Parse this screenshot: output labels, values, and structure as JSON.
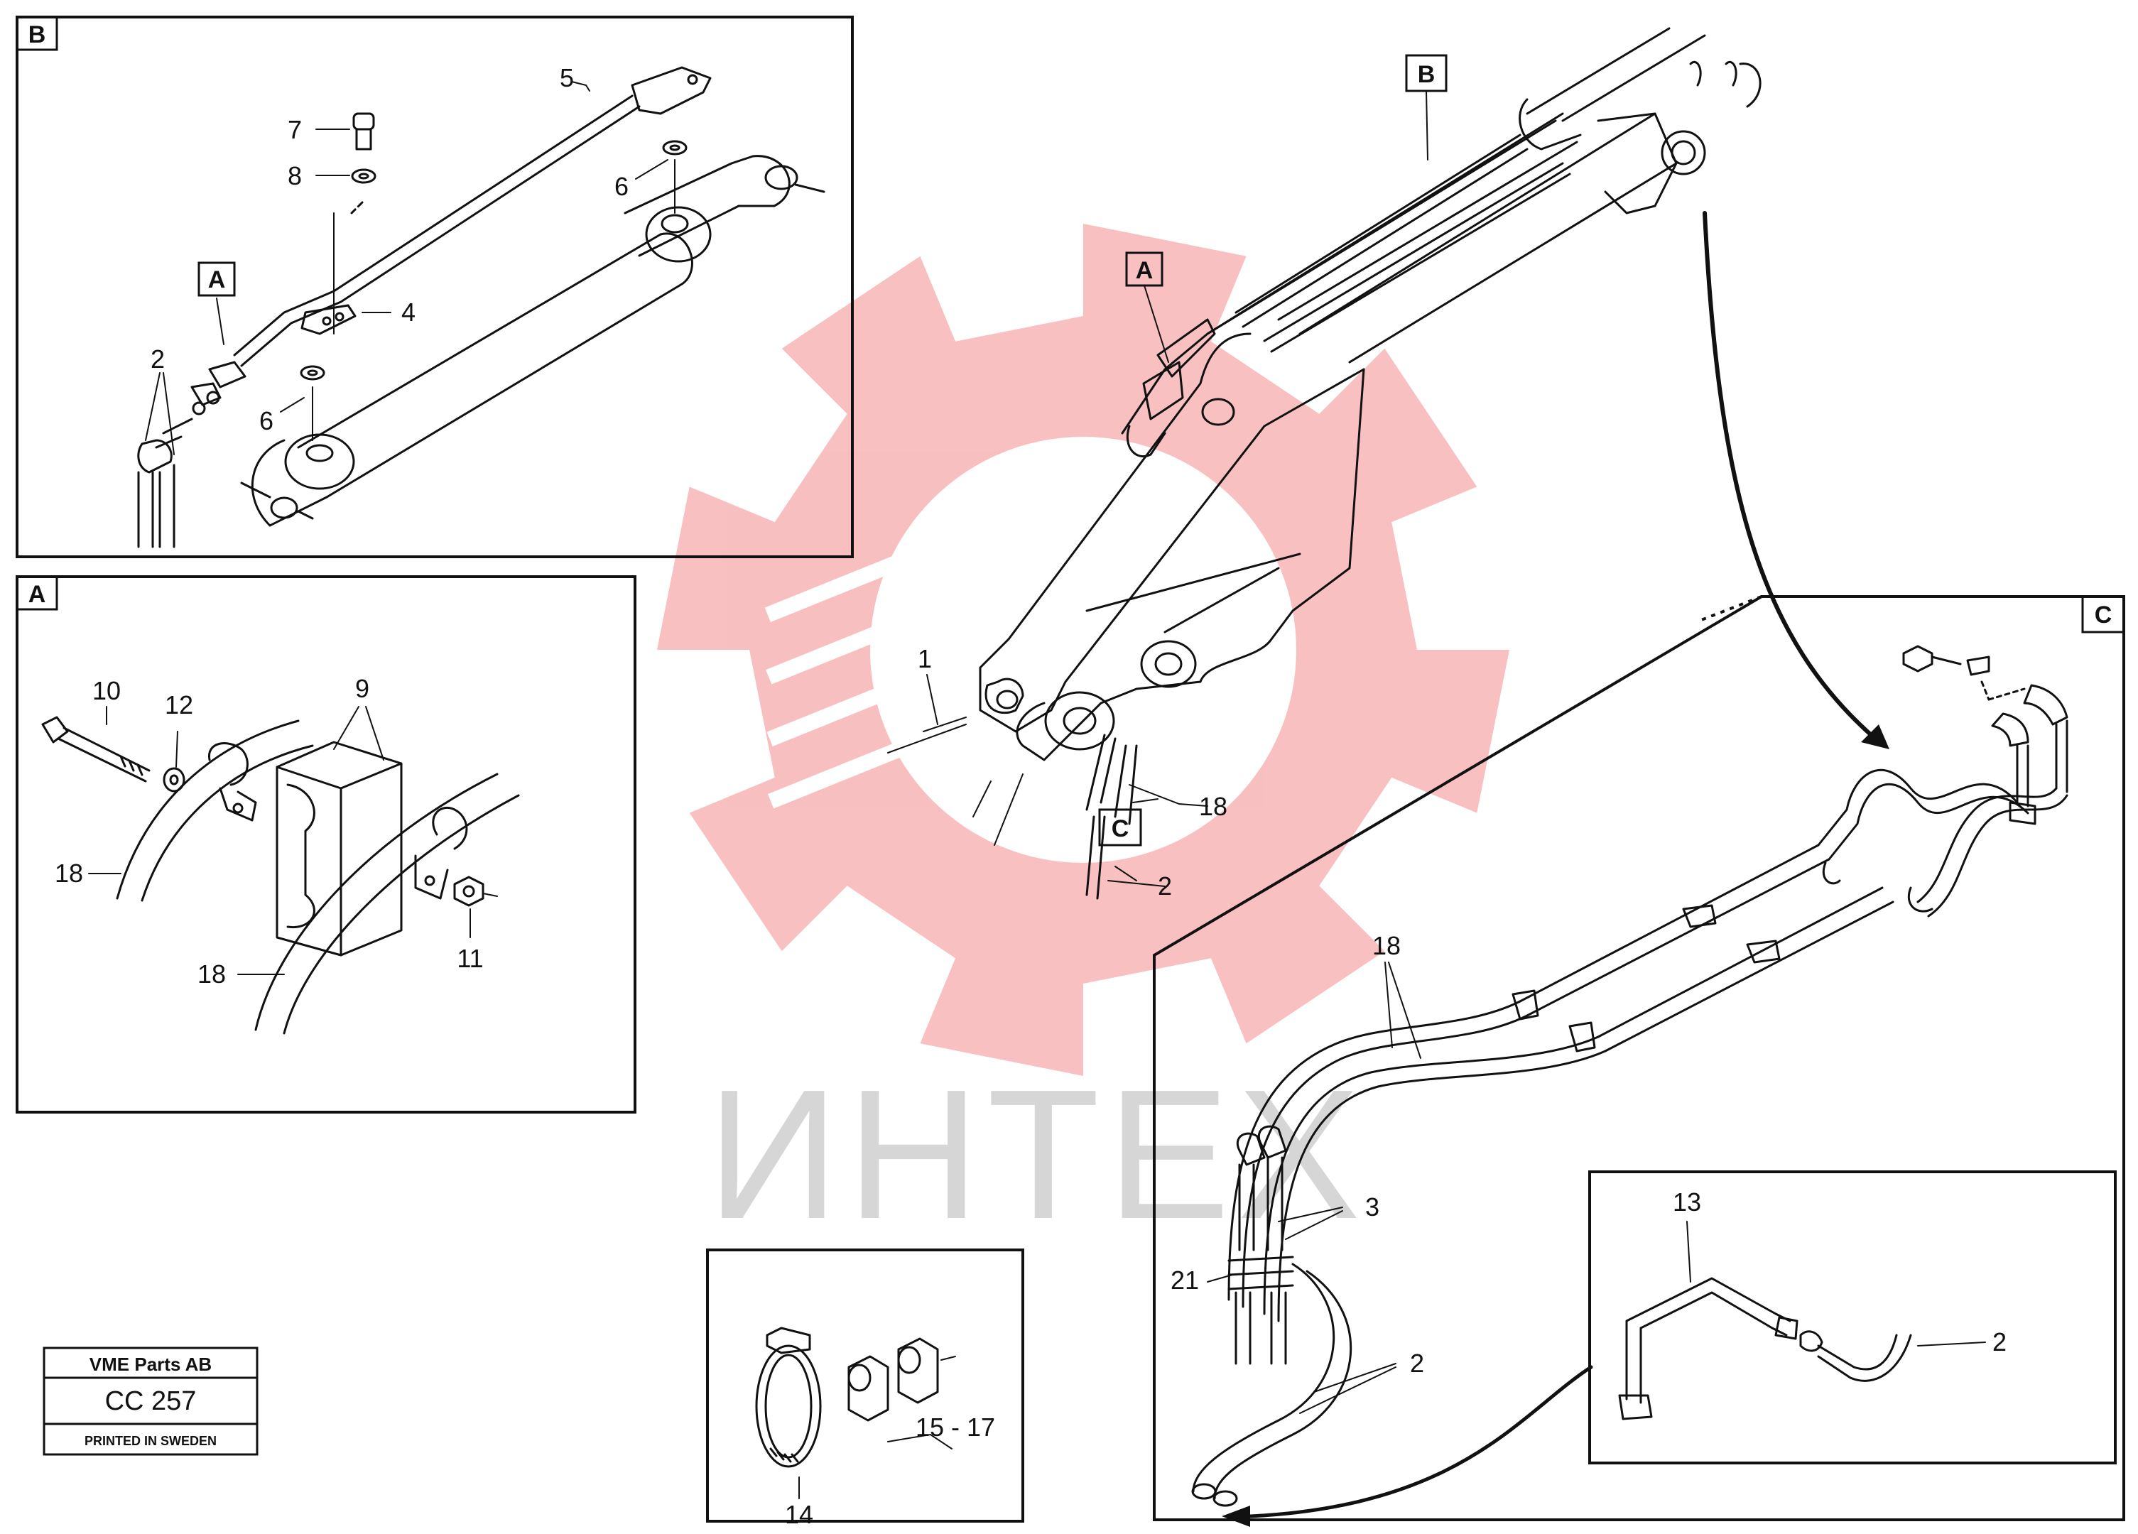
{
  "colors": {
    "ink": "#111111",
    "watermark_red": "#f28c8c",
    "watermark_grey": "#d0d0d0"
  },
  "watermark": {
    "text": "ИНТЕХ"
  },
  "panels": {
    "B": {
      "tag": "B"
    },
    "A": {
      "tag": "A"
    },
    "C": {
      "tag": "C"
    }
  },
  "main_tags": {
    "B": "B",
    "A": "A",
    "C": "C"
  },
  "part_labels": {
    "p1": "1",
    "p2": "2",
    "p3": "3",
    "p4": "4",
    "p5": "5",
    "p6": "6",
    "p7": "7",
    "p8": "8",
    "p9": "9",
    "p10": "10",
    "p11": "11",
    "p12": "12",
    "p13": "13",
    "p14": "14",
    "p15_17": "15 - 17",
    "p18": "18",
    "p21": "21"
  },
  "title_block": {
    "company": "VME Parts AB",
    "code": "CC 257",
    "printed": "PRINTED IN SWEDEN"
  }
}
